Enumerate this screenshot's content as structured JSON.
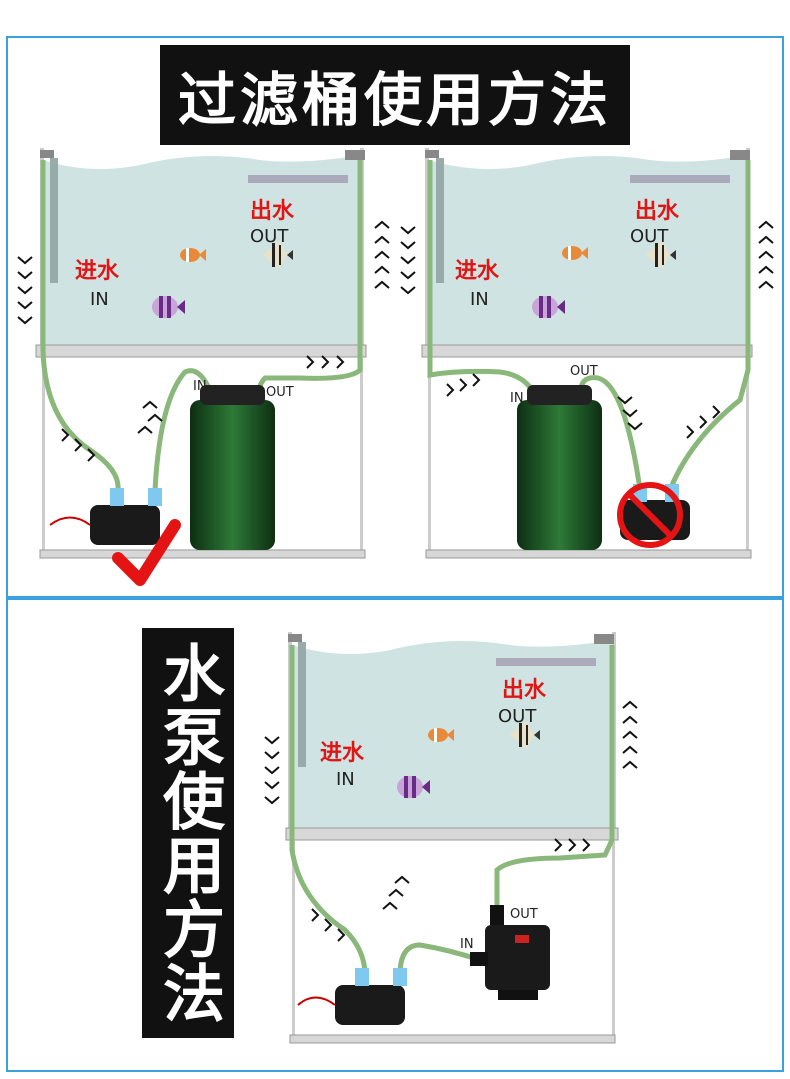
{
  "top_title": "过滤桶使用方法",
  "bottom_title": "水泵使用方法",
  "labels": {
    "water_in": "进水",
    "in": "IN",
    "water_out": "出水",
    "out": "OUT"
  },
  "colors": {
    "frame": "#3aa0e0",
    "water": "#cfe4e2",
    "tube": "#8ab77a",
    "label_red": "#e01515",
    "canister": "#1f5a2a"
  },
  "icons": [
    "check-icon",
    "prohibited-icon",
    "fish-icon",
    "arrow-icon"
  ]
}
